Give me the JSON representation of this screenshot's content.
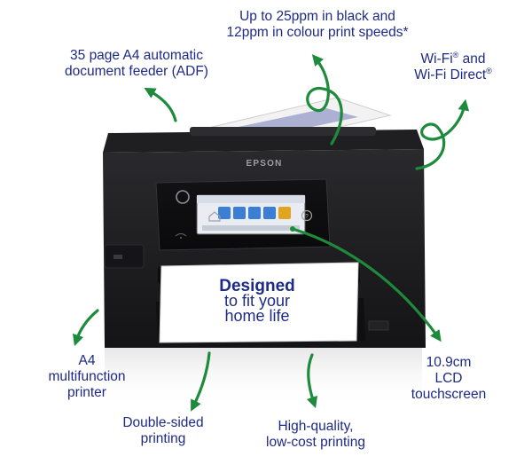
{
  "callouts": {
    "print_speed": {
      "line1": "Up to 25ppm in black and",
      "line2": "12ppm in colour print speeds*"
    },
    "adf": {
      "line1": "35 page A4 automatic",
      "line2": "document feeder (ADF)"
    },
    "wifi": {
      "line1_text": "Wi-Fi",
      "line1_mark": "®",
      "line1_suffix": " and",
      "line2_text": "Wi-Fi Direct",
      "line2_mark": "®"
    },
    "multifunction": {
      "line1": "A4",
      "line2": "multifunction",
      "line3": "printer"
    },
    "lcd": {
      "line1": "10.9cm",
      "line2": "LCD",
      "line3": "touchscreen"
    },
    "duplex": {
      "line1": "Double-sided",
      "line2": "printing"
    },
    "quality": {
      "line1": "High-quality,",
      "line2": "low-cost printing"
    }
  },
  "printer": {
    "brand": "EPSON",
    "paper_line1": "Designed",
    "paper_line2": "to fit your",
    "paper_line3": "home life"
  },
  "colors": {
    "callout_text": "#1d2a86",
    "arrow_green": "#1e8a3c",
    "printer_body": "#1c1c1e",
    "paper_text": "#1d2a86"
  },
  "icons": [
    "home-icon",
    "help-icon",
    "power-icon",
    "wifi-icon",
    "usb-port-icon"
  ]
}
